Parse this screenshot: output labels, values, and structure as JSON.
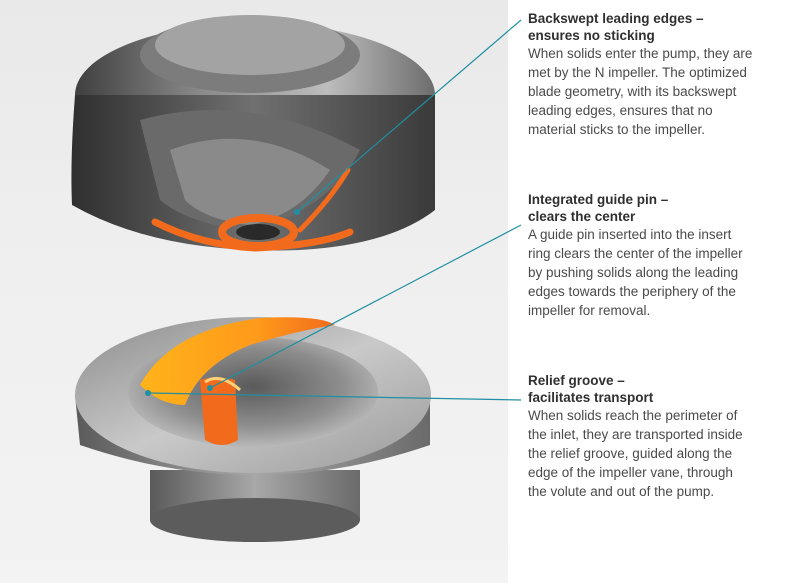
{
  "colors": {
    "accent_orange": "#f26b1d",
    "accent_yellow": "#ffb31a",
    "leader_line": "#1f8fa3",
    "metal_dark": "#4a4a4a",
    "metal_light": "#b9b9b9"
  },
  "callouts": [
    {
      "heading_line1": "Backswept leading edges –",
      "heading_line2": "ensures no sticking",
      "body": [
        "When solids enter the pump, they are",
        "met by the N impeller. The optimized",
        "blade geometry, with its backswept",
        "leading edges, ensures that no",
        "material sticks to the impeller."
      ]
    },
    {
      "heading_line1": "Integrated guide pin –",
      "heading_line2": "clears the center",
      "body": [
        "A guide pin inserted into the insert",
        "ring clears the center of the impeller",
        "by pushing solids along the leading",
        "edges towards the periphery of the",
        "impeller for removal."
      ]
    },
    {
      "heading_line1": "Relief groove –",
      "heading_line2": "facilitates transport",
      "body": [
        "When solids reach the perimeter of",
        "the inlet, they are transported inside",
        "the relief groove, guided along the",
        "edge of the impeller vane, through",
        "the volute and out of the pump."
      ]
    }
  ]
}
